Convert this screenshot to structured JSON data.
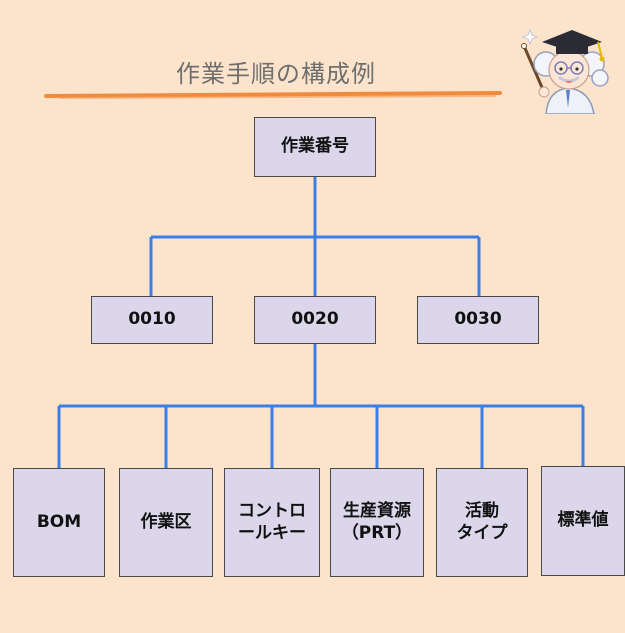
{
  "title": "作業手順の構成例",
  "colors": {
    "background": "#fce4cc",
    "connector": "#3a7ee8",
    "node_fill": "#dcd6ea",
    "underline": "#f08a3c"
  },
  "root": {
    "label": "作業番号"
  },
  "level2": [
    {
      "label": "0010"
    },
    {
      "label": "0020"
    },
    {
      "label": "0030"
    }
  ],
  "level3": [
    {
      "label": "BOM"
    },
    {
      "label": "作業区"
    },
    {
      "label": "コントロ\nールキー"
    },
    {
      "label": "生産資源\n（PRT）"
    },
    {
      "label": "活動\nタイプ"
    },
    {
      "label": "標準値"
    }
  ],
  "mascot_icon": "professor-mascot-icon"
}
